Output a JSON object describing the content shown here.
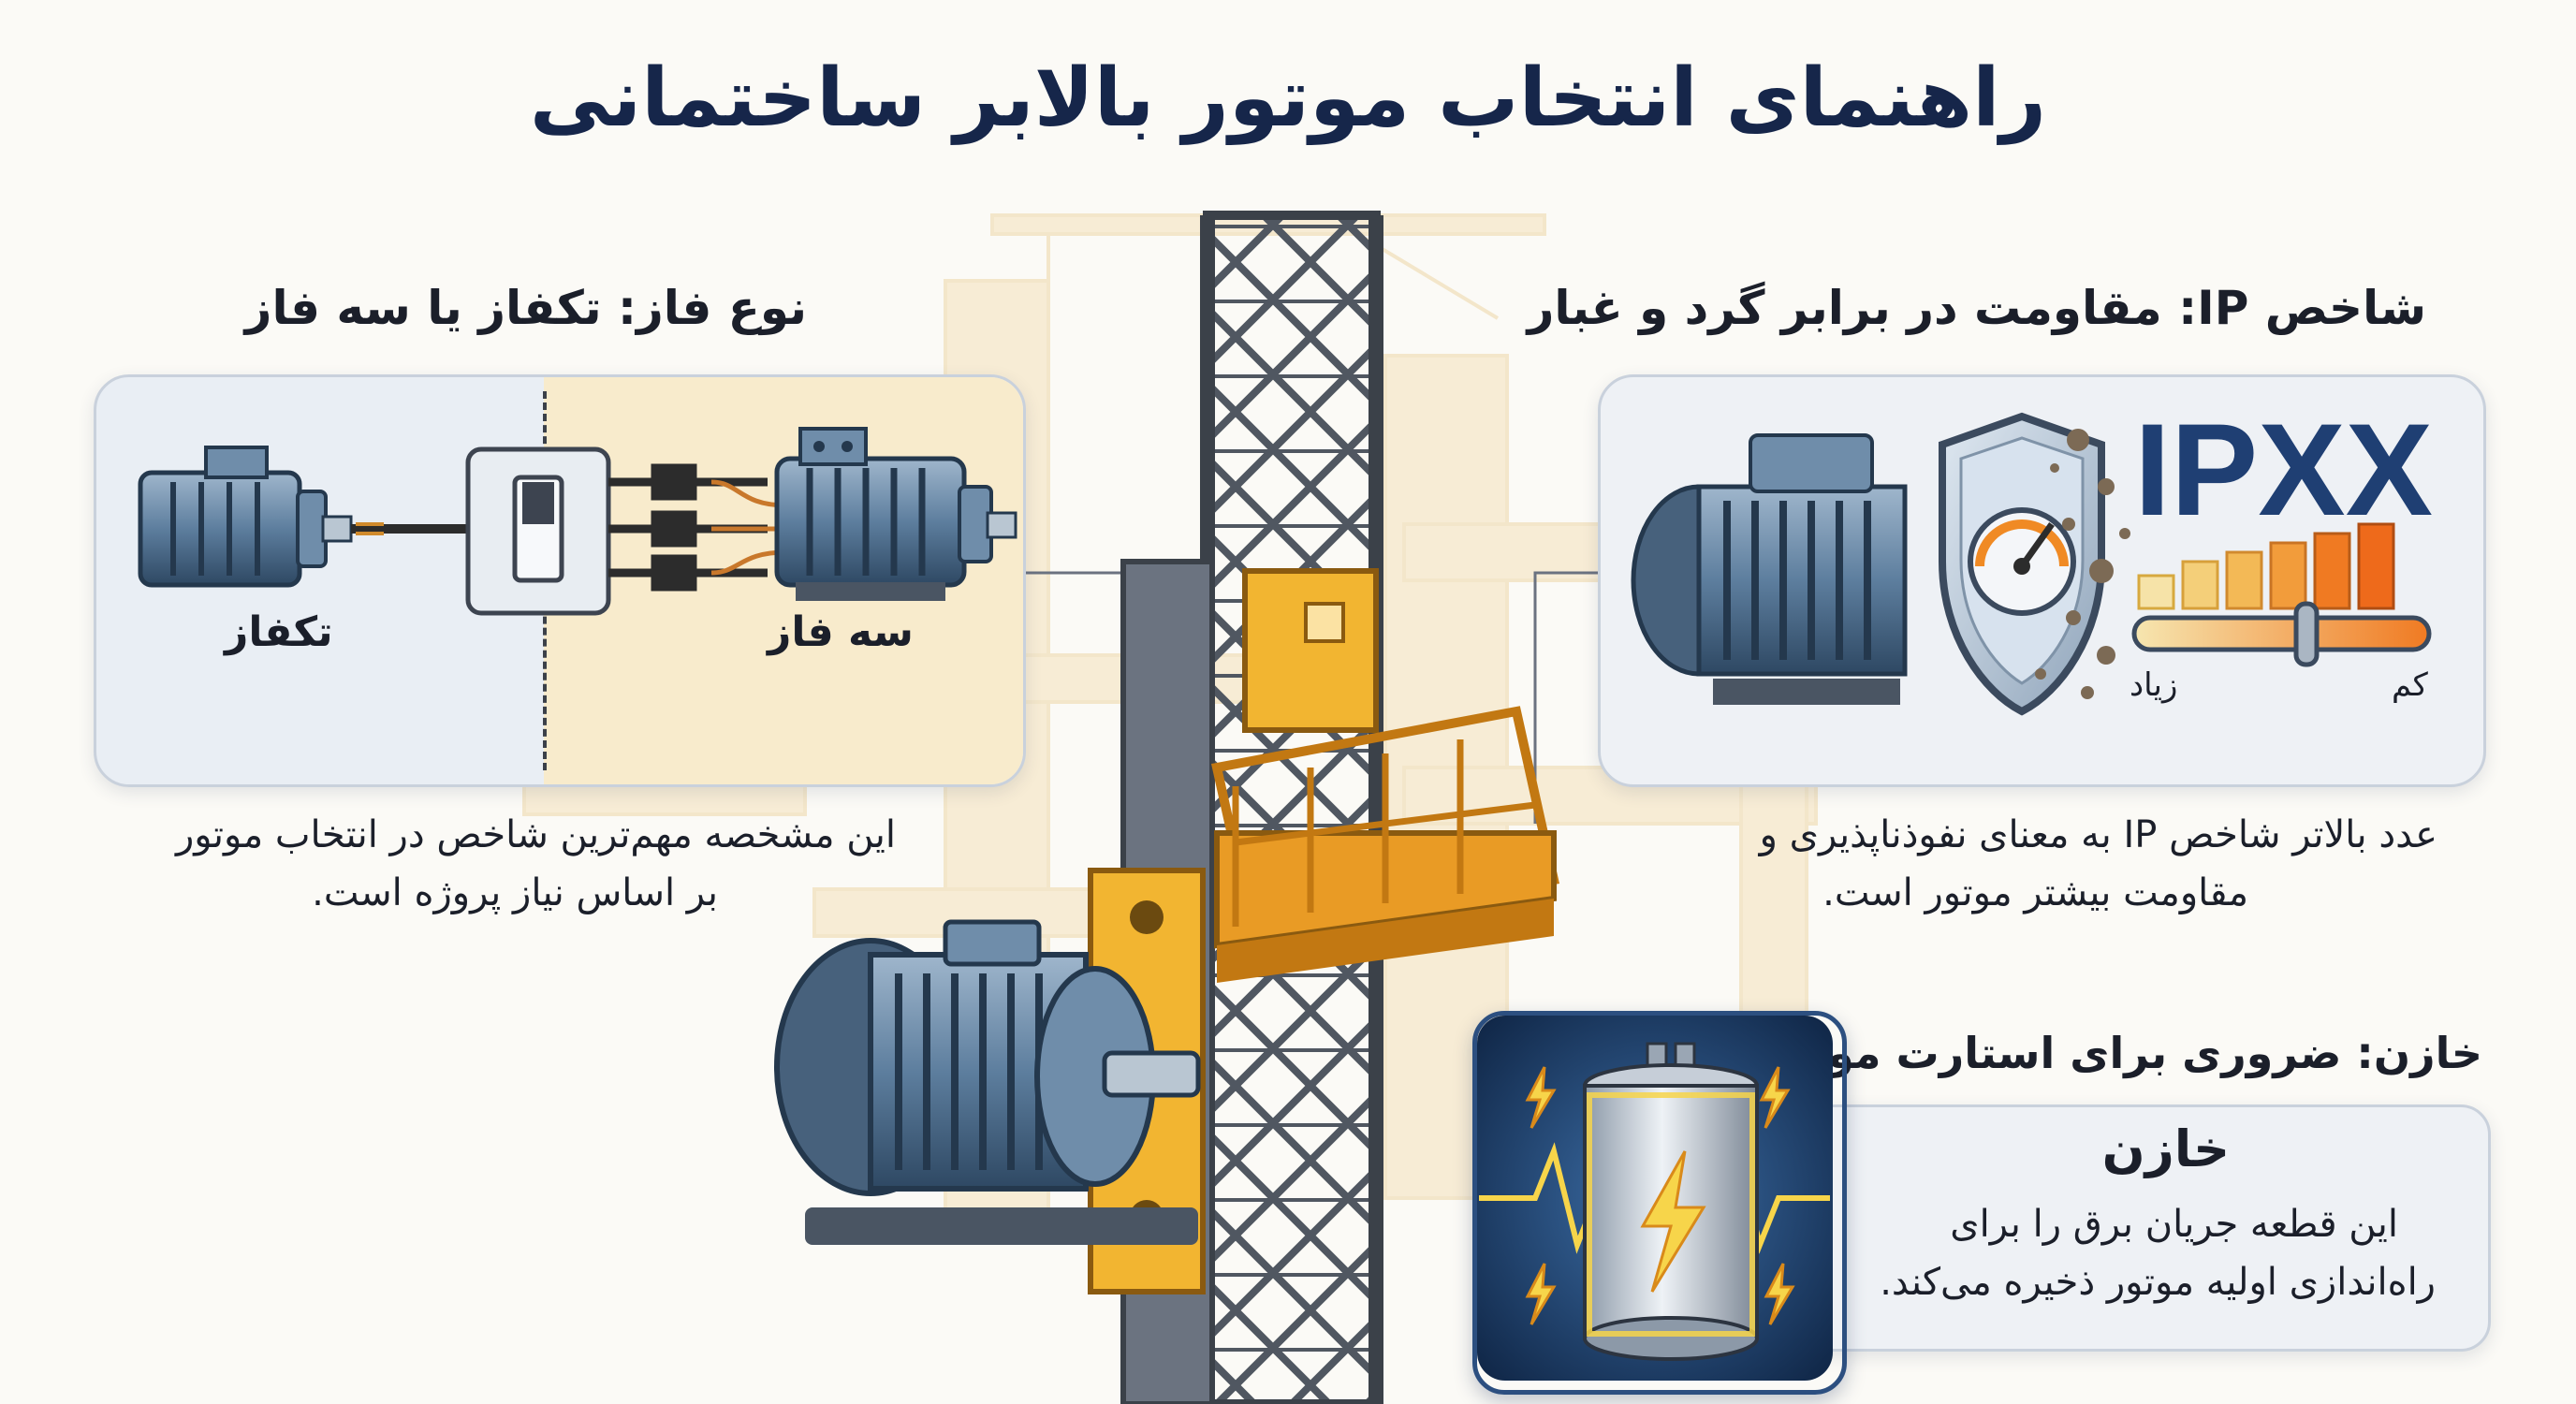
{
  "title": "راهنمای انتخاب موتور بالابر ساختمانی",
  "phase": {
    "heading": "نوع فاز: تکفاز یا سه فاز",
    "single_label": "تکفاز",
    "three_label": "سه فاز",
    "description_line1": "این مشخصه مهم‌ترین شاخص در انتخاب موتور",
    "description_line2": "بر اساس نیاز پروژه است."
  },
  "ip": {
    "heading": "شاخص IP: مقاومت در برابر گرد و غبار",
    "code": "IPXX",
    "scale_high": "زیاد",
    "scale_low": "کم",
    "description_line1": "عدد بالاتر شاخص IP به معنای نفوذناپذیری و",
    "description_line2": "مقاومت بیشتر موتور است."
  },
  "capacitor": {
    "heading": "خازن: ضروری برای استارت موتور",
    "card_title": "خازن",
    "description_line1": "این قطعه جریان برق را برای",
    "description_line2": "راه‌اندازی اولیه موتور ذخیره می‌کند."
  },
  "colors": {
    "navy": "#16264a",
    "motor_blue": "#5d7e9e",
    "lift_yellow": "#f2b531",
    "scaffold_gray": "#505761",
    "ip_blue": "#1f3f73",
    "scale_orange": "#f08a24"
  },
  "icons": [
    "motor-icon",
    "switch-icon",
    "shield-icon",
    "gauge-icon",
    "capacitor-icon",
    "lightning-icon",
    "dust-icon"
  ]
}
